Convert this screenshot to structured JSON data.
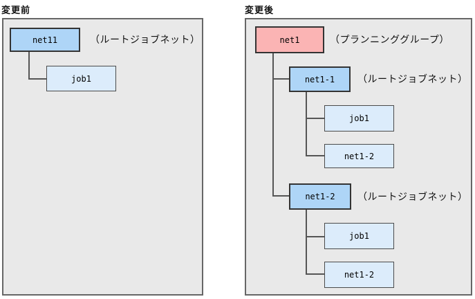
{
  "colors": {
    "planning_group_fill": "#fbb4b4",
    "root_jobnet_fill": "#aed5f7",
    "unit_fill": "#dcecfb",
    "panel_background": "#e9e9e9",
    "panel_border": "#666666",
    "connector": "#555555"
  },
  "before": {
    "title": "変更前",
    "root": {
      "label": "net11",
      "annotation": "（ルートジョブネット）"
    },
    "children": [
      {
        "label": "job1"
      }
    ]
  },
  "after": {
    "title": "変更後",
    "root": {
      "label": "net1",
      "annotation": "（プランニンググループ）"
    },
    "subtrees": [
      {
        "root": {
          "label": "net1-1",
          "annotation": "（ルートジョブネット）"
        },
        "children": [
          {
            "label": "job1"
          },
          {
            "label": "net1-2"
          }
        ]
      },
      {
        "root": {
          "label": "net1-2",
          "annotation": "（ルートジョブネット）"
        },
        "children": [
          {
            "label": "job1"
          },
          {
            "label": "net1-2"
          }
        ]
      }
    ]
  }
}
